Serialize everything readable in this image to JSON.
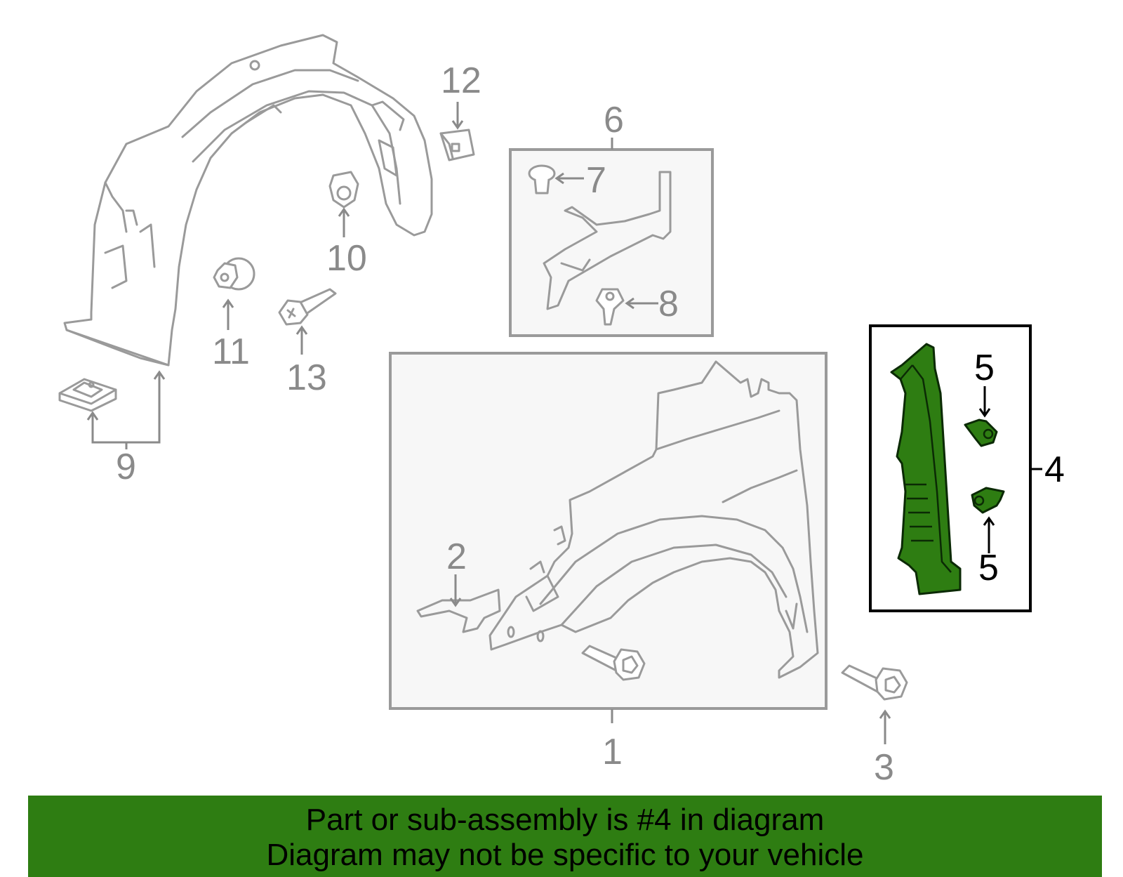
{
  "callouts": {
    "c1": "1",
    "c2": "2",
    "c3": "3",
    "c4": "4",
    "c5a": "5",
    "c5b": "5",
    "c6": "6",
    "c7": "7",
    "c8": "8",
    "c9": "9",
    "c10": "10",
    "c11": "11",
    "c12": "12",
    "c13": "13"
  },
  "banner": {
    "line1": "Part or sub-assembly is #4 in diagram",
    "line2": "Diagram may not be specific to your vehicle"
  },
  "colors": {
    "highlight": "#2e7d12",
    "outline": "#9a9a9a"
  }
}
